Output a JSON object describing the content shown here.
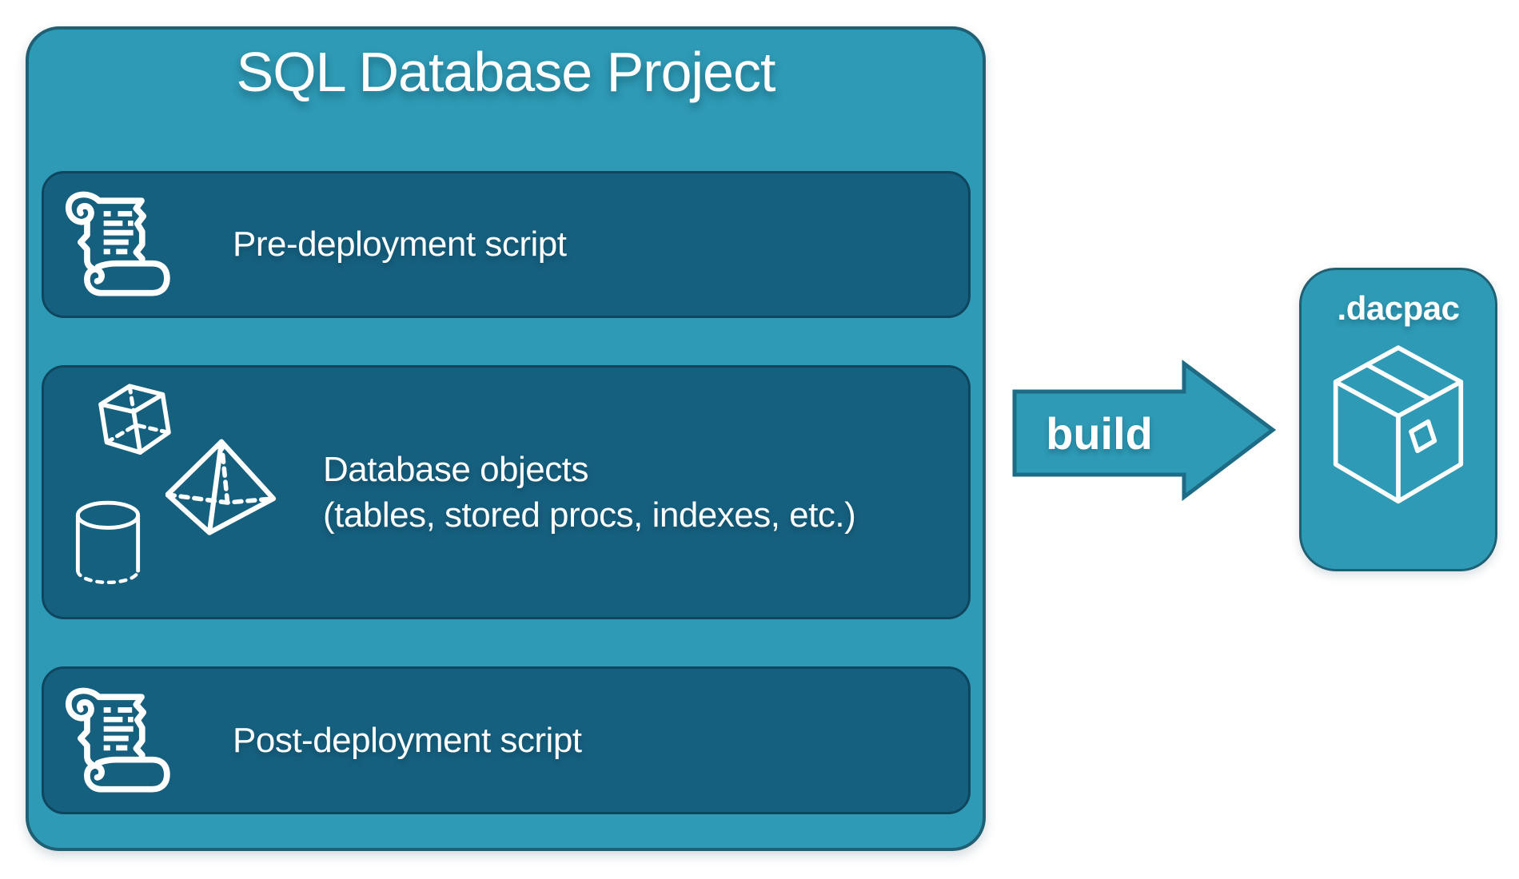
{
  "colors": {
    "teal": "#2E9AB5",
    "tealBorder": "#1F6074",
    "panel": "#16607F",
    "panelBorder": "#0E4660",
    "arrowBorder": "#1E6B85",
    "textWhite": "#FFFFFF"
  },
  "project_box": {
    "title": "SQL Database Project",
    "items": [
      {
        "id": "pre",
        "label": "Pre-deployment script",
        "icon": "scroll-icon"
      },
      {
        "id": "objects",
        "label_line1": "Database objects",
        "label_line2": "(tables, stored procs, indexes, etc.)",
        "icons": [
          "cube-icon",
          "pyramid-icon",
          "cylinder-icon"
        ]
      },
      {
        "id": "post",
        "label": "Post-deployment script",
        "icon": "scroll-icon"
      }
    ]
  },
  "arrow": {
    "label": "build"
  },
  "output_box": {
    "label": ".dacpac",
    "icon": "package-icon"
  }
}
